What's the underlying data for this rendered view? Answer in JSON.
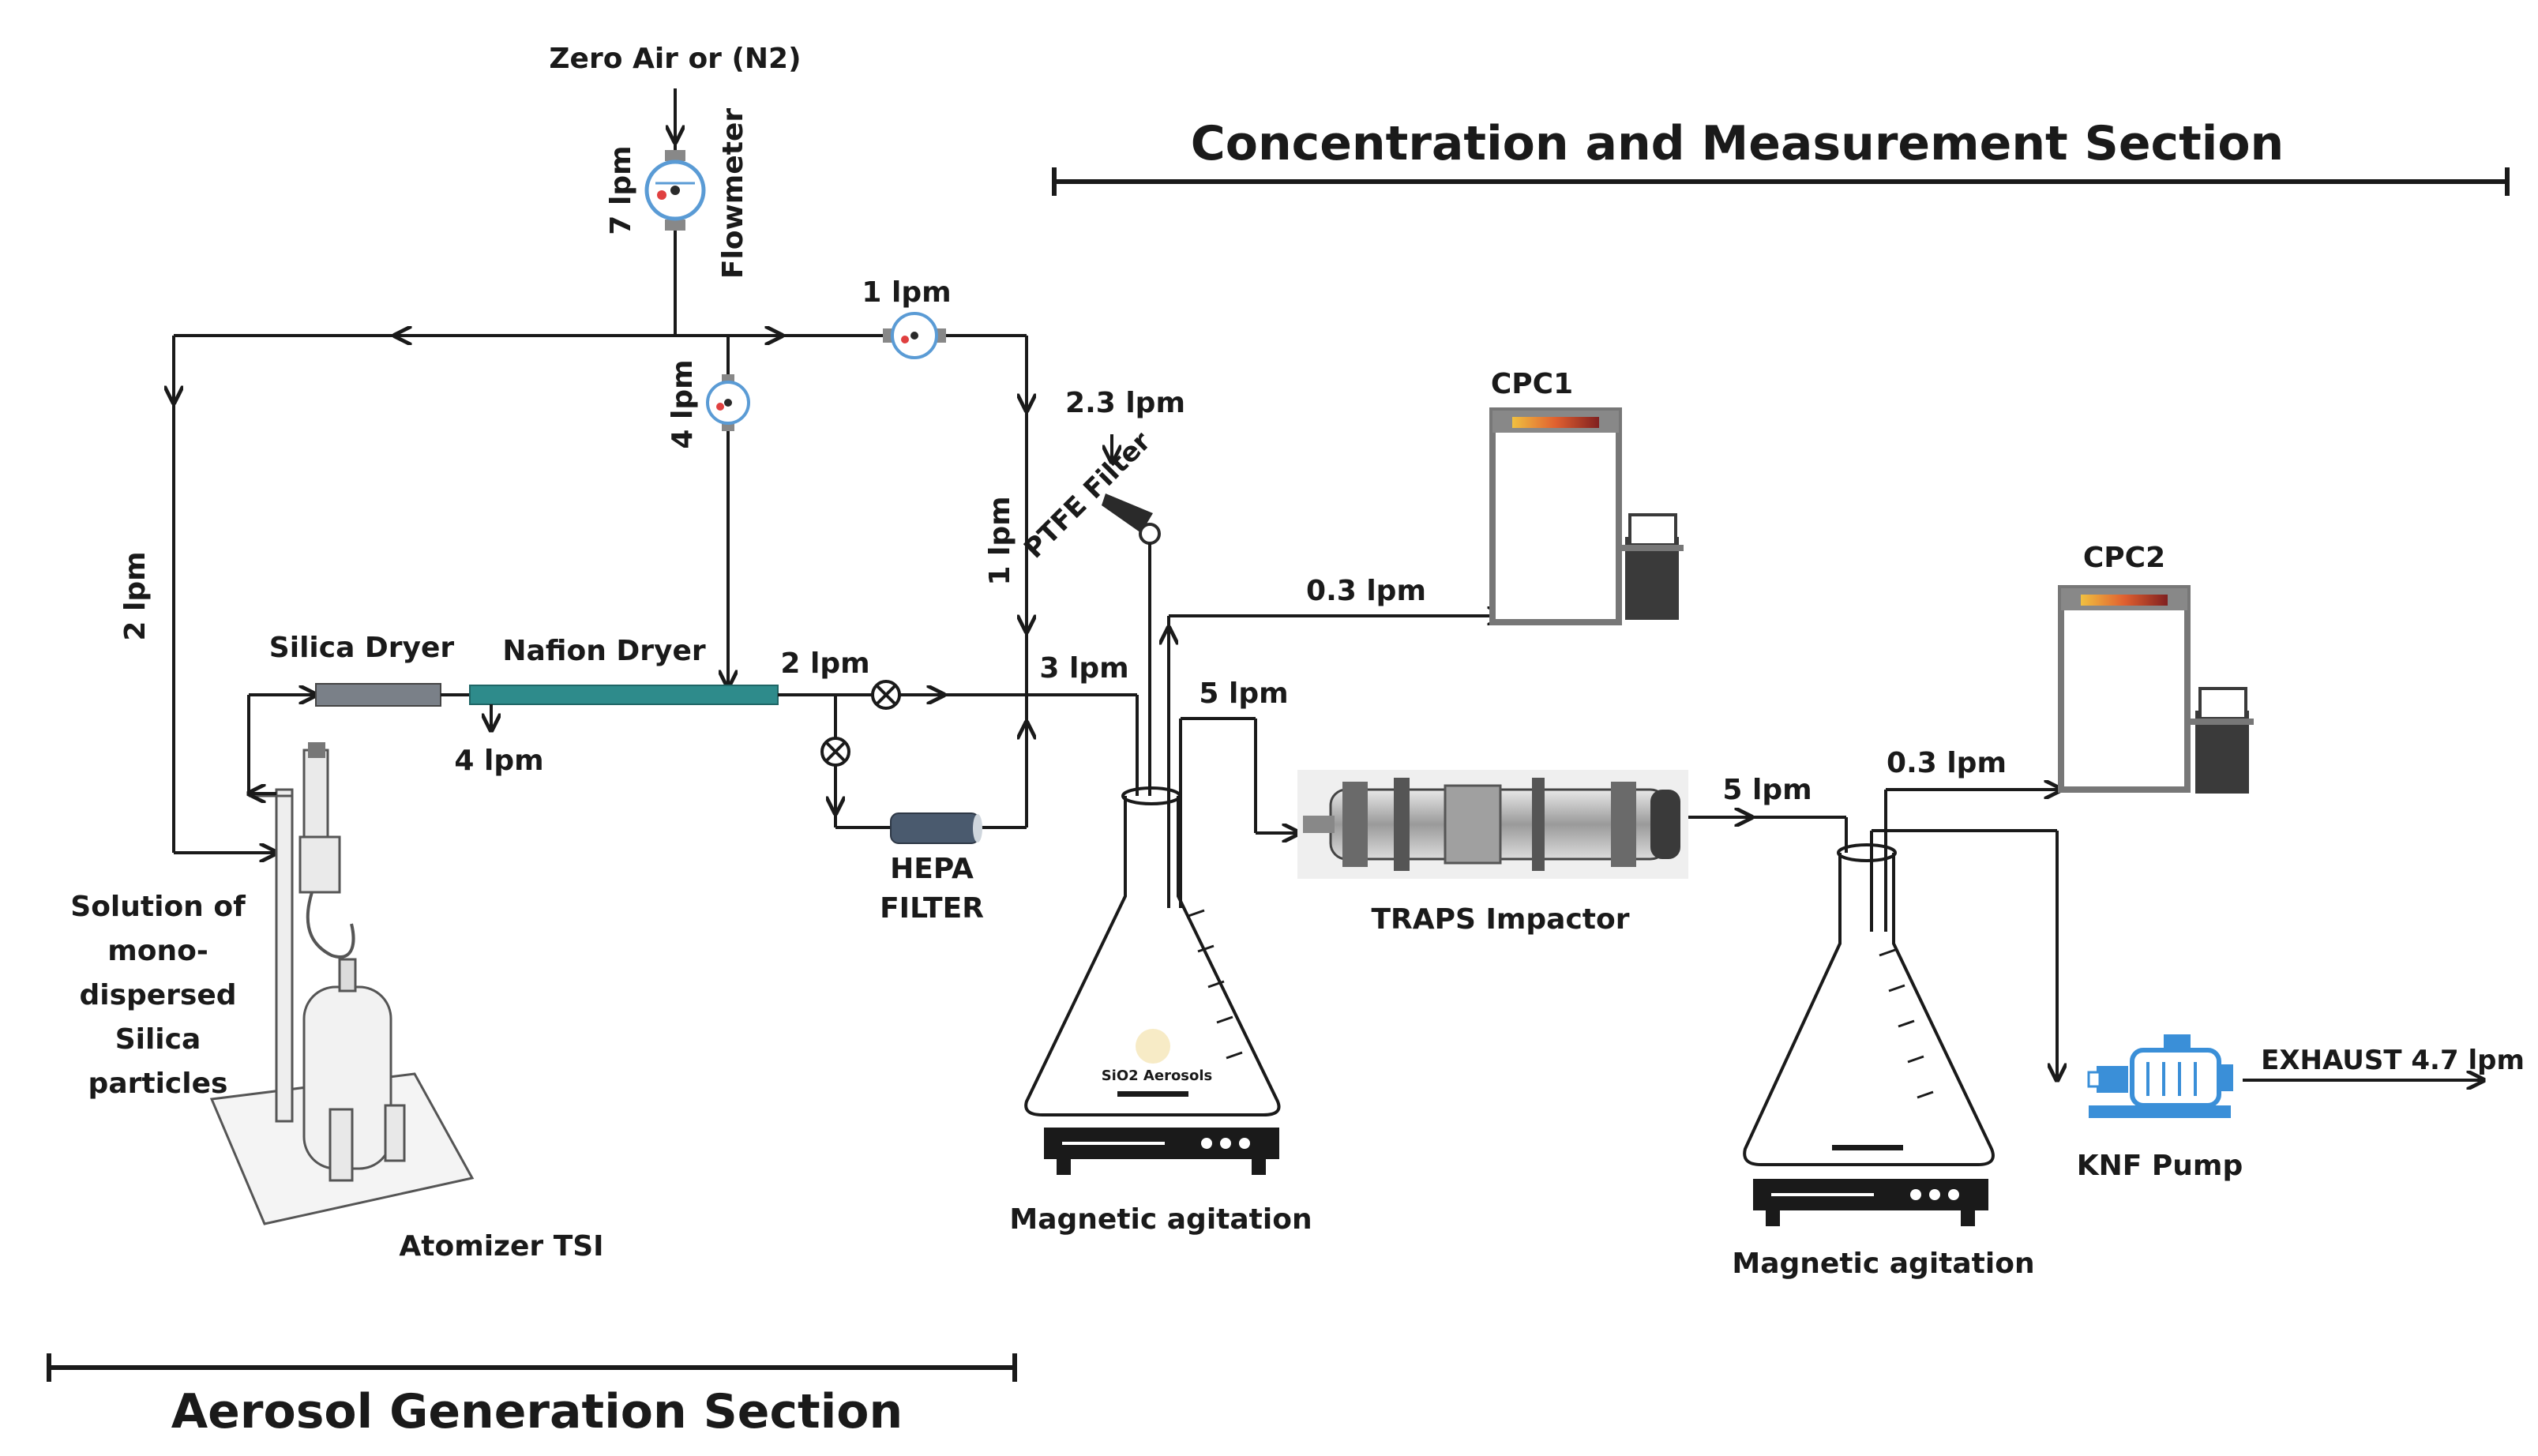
{
  "sections": {
    "top_title": "Concentration and Measurement Section",
    "bottom_title": "Aerosol Generation Section"
  },
  "labels": {
    "zero_air": "Zero Air or (N2)",
    "flowmeter": "Flowmeter",
    "flow_7": "7 lpm",
    "flow_1_top": "1 lpm",
    "flow_4_vert": "4 lpm",
    "flow_2_left": "2 lpm",
    "flow_1_right": "1 lpm",
    "flow_23": "2.3 lpm",
    "ptfe": "PTFE Filter",
    "cpc1": "CPC1",
    "cpc2": "CPC2",
    "flow_03_a": "0.3 lpm",
    "flow_03_b": "0.3 lpm",
    "silica_dryer": "Silica Dryer",
    "nafion_dryer": "Nafion Dryer",
    "flow_2_mid": "2 lpm",
    "flow_3": "3 lpm",
    "flow_5_a": "5 lpm",
    "flow_5_b": "5 lpm",
    "flow_4_out": "4 lpm",
    "hepa_1": "HEPA",
    "hepa_2": "FILTER",
    "traps": "TRAPS Impactor",
    "solution": [
      "Solution of",
      "mono-",
      "dispersed",
      "Silica",
      "particles"
    ],
    "atomizer": "Atomizer TSI",
    "sio2": "SiO2 Aerosols",
    "mag_1": "Magnetic agitation",
    "mag_2": "Magnetic agitation",
    "knf": "KNF Pump",
    "exhaust": "EXHAUST 4.7 lpm"
  },
  "colors": {
    "line": "#1a1a1a",
    "nafion": "#2e8b8b",
    "hepa": "#4a5a6e",
    "flowmeter": "#5a9bd5",
    "cpc_frame": "#777777",
    "pump": "#3a8fd8"
  }
}
